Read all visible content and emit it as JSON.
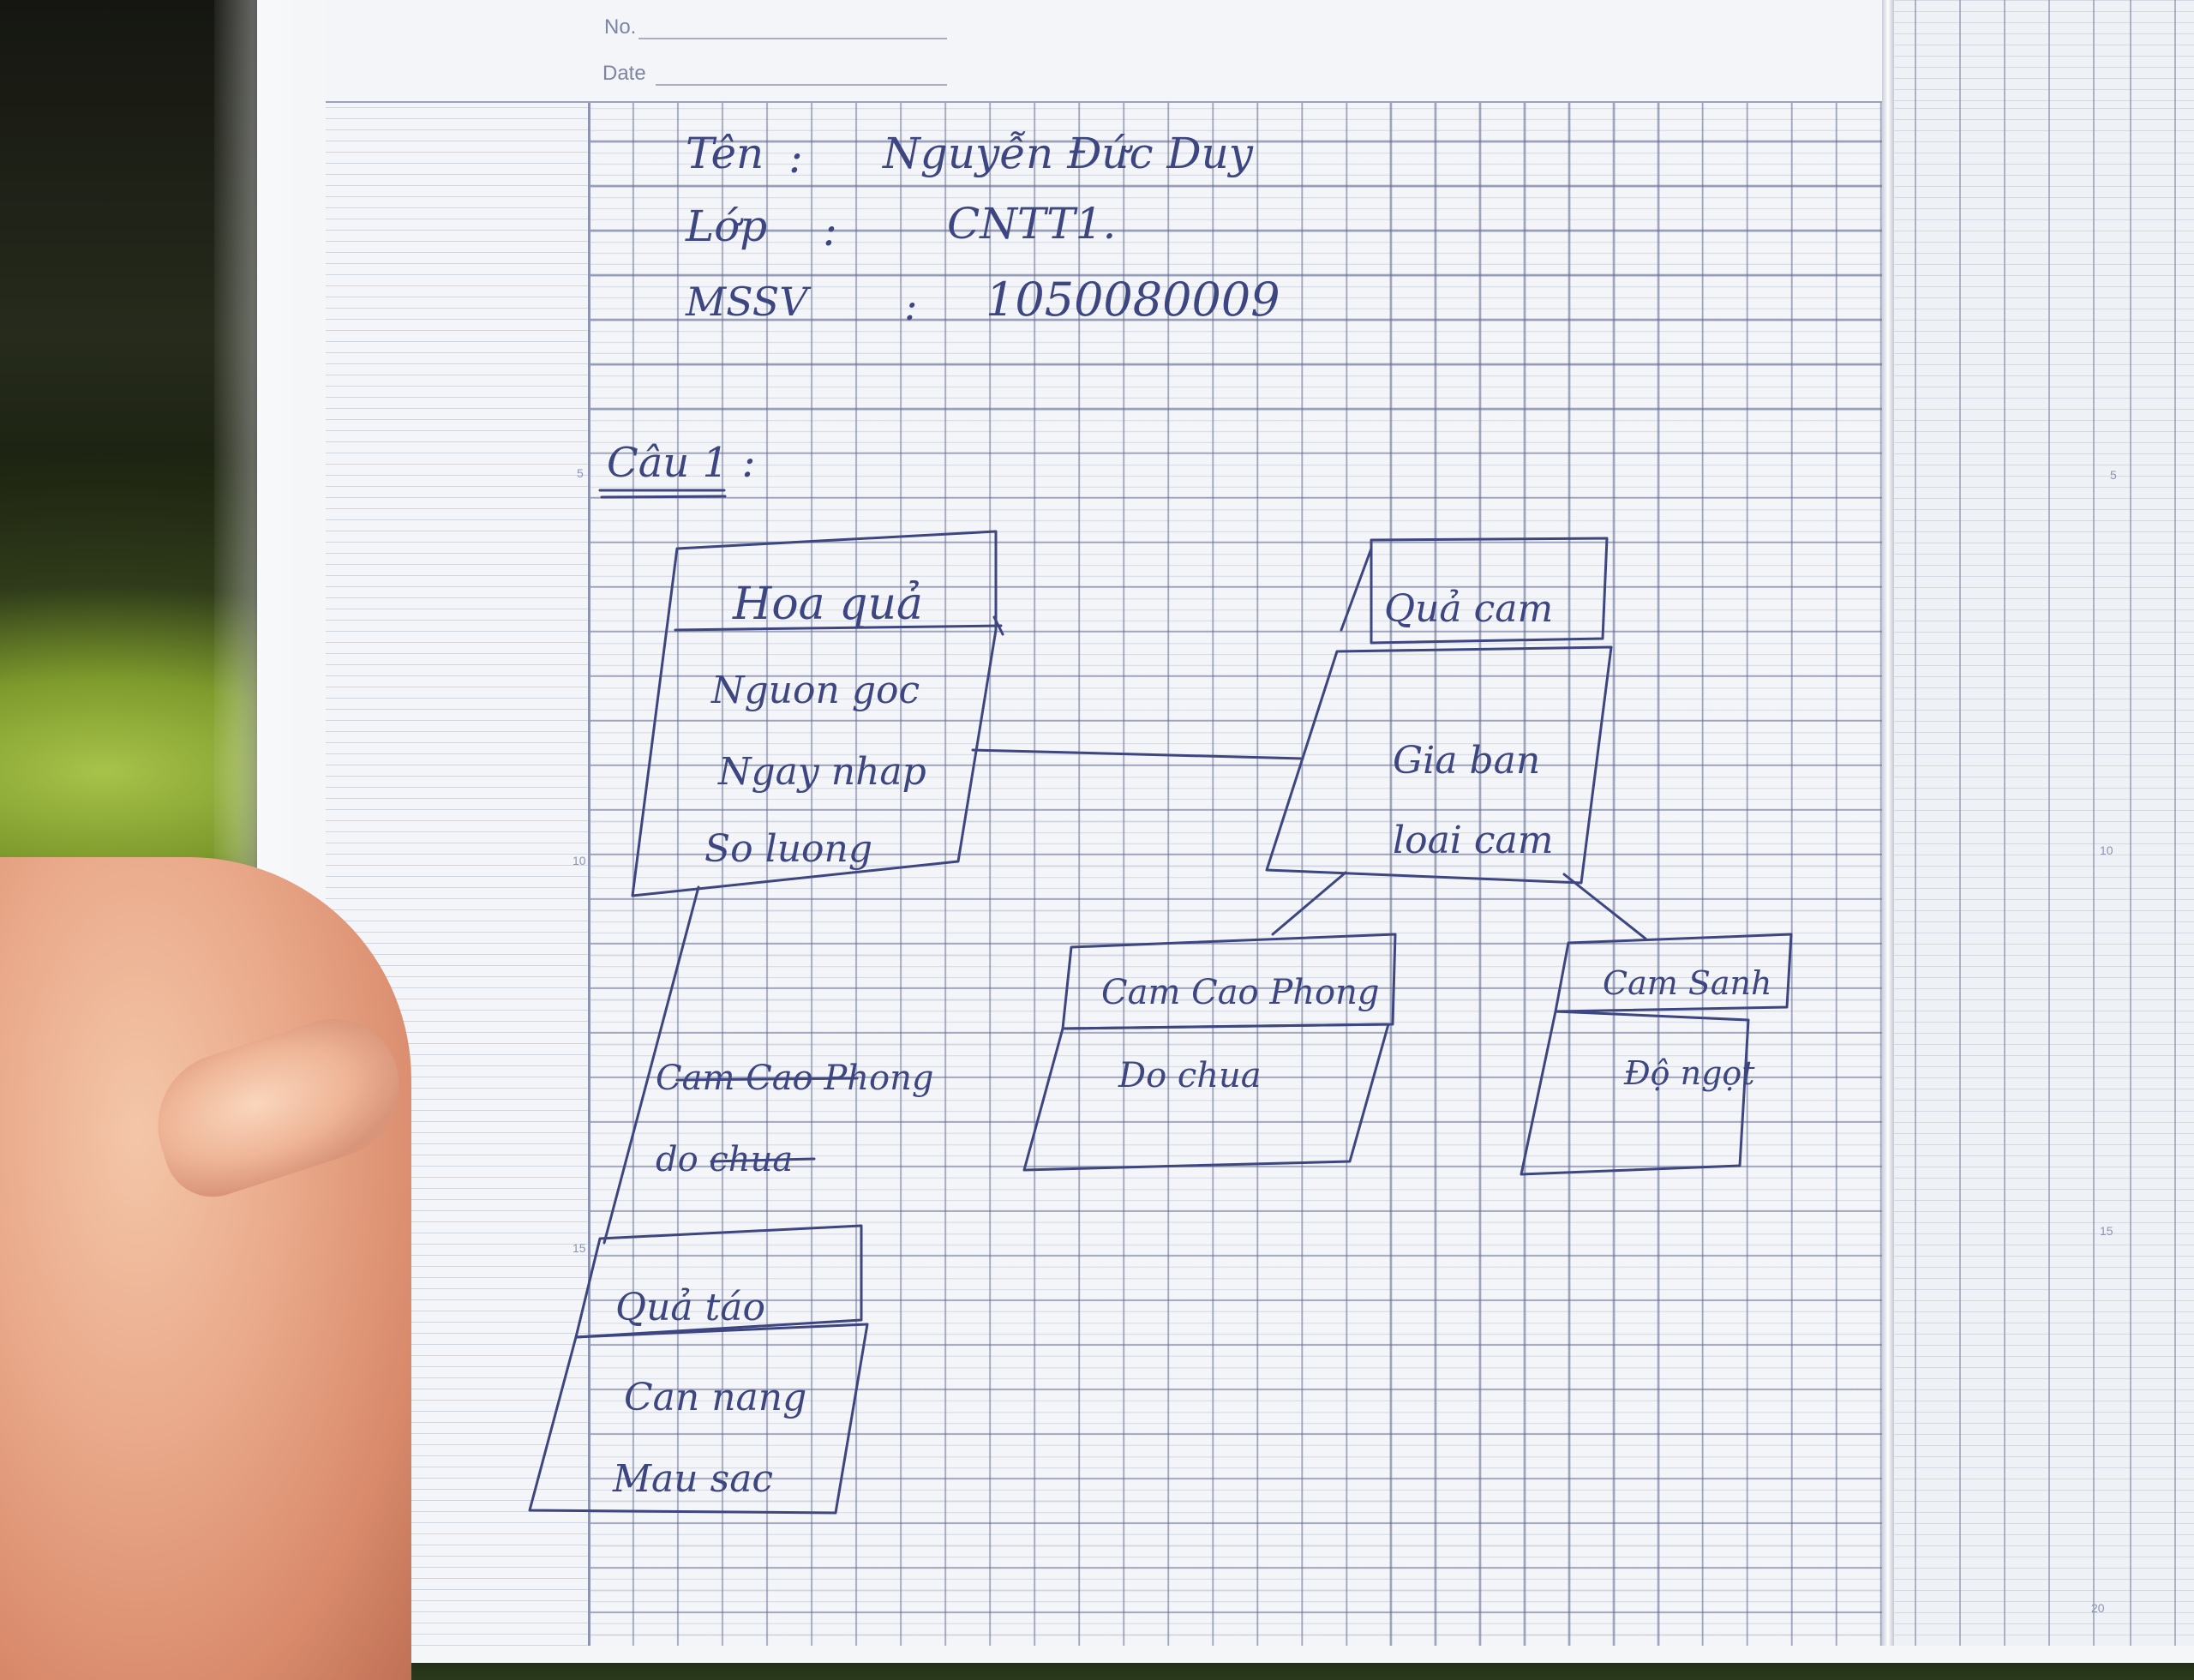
{
  "notebook": {
    "header_no": "No.",
    "header_date": "Date",
    "row_numbers": [
      "5",
      "10",
      "15",
      "20"
    ]
  },
  "student": {
    "name_label": "Tên",
    "name_value": "Nguyễn Đức Duy",
    "class_label": "Lớp",
    "class_value": "CNTT1.",
    "id_label": "MSSV",
    "id_value": "1050080009",
    "separator": ":"
  },
  "question": {
    "label": "Câu 1 :"
  },
  "diagram": {
    "hoa_qua": {
      "title": "Hoa quả",
      "attributes": [
        "Nguon goc",
        "Ngay nhap",
        "So luong"
      ]
    },
    "qua_cam": {
      "title": "Quả cam",
      "attributes": [
        "Gia ban",
        "loai cam"
      ]
    },
    "cam_cao_phong": {
      "title": "Cam Cao Phong",
      "attributes": [
        "Do chua"
      ]
    },
    "cam_sanh": {
      "title": "Cam Sanh",
      "attributes": [
        "Độ ngọt"
      ]
    },
    "struck_note": {
      "title": "Cam Cao Phong",
      "attribute": "do chua"
    },
    "qua_tao": {
      "title": "Quả táo",
      "attributes": [
        "Can nang",
        "Mau sac"
      ]
    }
  },
  "colors": {
    "ink": "#3d4680",
    "page": "#f3f5f8",
    "grid": "#8d95b3",
    "skin": "#e9a98a"
  }
}
